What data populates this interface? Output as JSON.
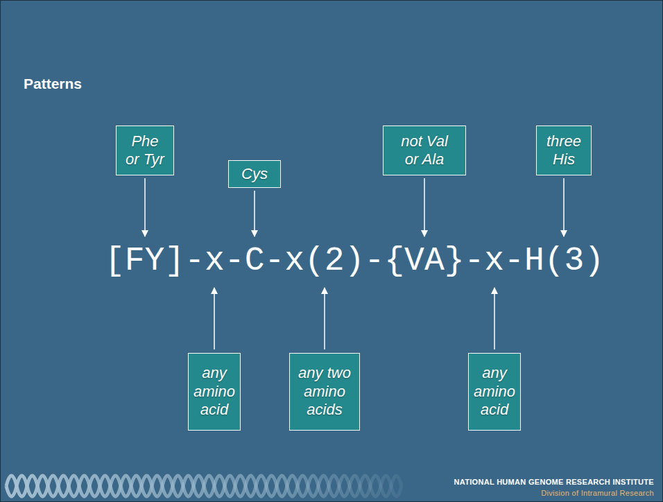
{
  "diagram": {
    "title": "Patterns",
    "nodes": [
      {
        "text": [
          "Phe or Tyr"
        ]
      },
      {
        "text": [
          "Cys"
        ]
      },
      {
        "text": [
          "not Val or Ala"
        ]
      },
      {
        "text": [
          "three His"
        ]
      },
      {
        "text": [
          "any amino acid"
        ]
      },
      {
        "text": [
          "any two amino acids"
        ]
      },
      {
        "text": [
          "any amino acid"
        ]
      }
    ],
    "labels": [
      "[FY]-x-C-x(2)-{VA}-x-H(3)",
      "NATIONAL HUMAN GENOME RESEARCH INSTITUTE",
      "Division of Intramural Research"
    ]
  }
}
